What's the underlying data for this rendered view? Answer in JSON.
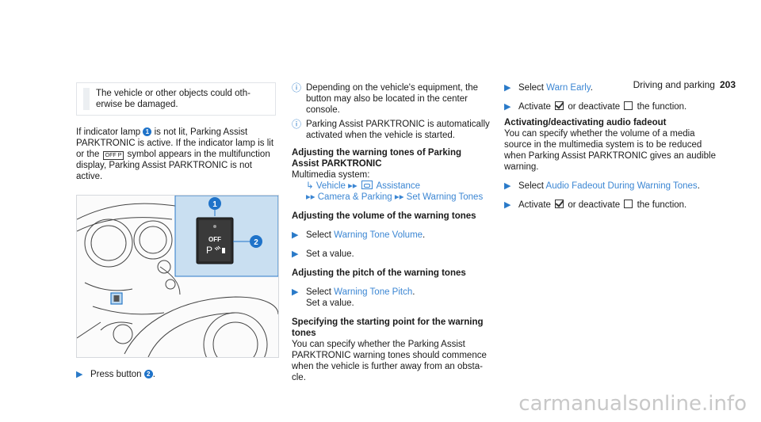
{
  "header": {
    "section": "Driving and parking",
    "page_number": "203"
  },
  "col1": {
    "warning_text": "The vehicle or other objects could oth-erwise be damaged.",
    "indicator_para": {
      "p1": "If indicator lamp",
      "num1": "1",
      "p2": "is not lit, Parking Assist PARKTRONIC is active. If the indicator lamp is lit or the",
      "sym": "OFF P",
      "p3": "symbol appears in the multifunction display, Parking Assist PARKTRONIC is not active."
    },
    "figure": {
      "callout1": "1",
      "callout2": "2",
      "btn_off": "OFF",
      "btn_p": "P"
    },
    "step_press": {
      "text": "Press button",
      "num": "2",
      "end": "."
    }
  },
  "col2": {
    "info1": "Depending on the vehicle's equipment, the button may also be located in the center console.",
    "info2": "Parking Assist PARKTRONIC is automatically activated when the vehicle is started.",
    "h_adjust": "Adjusting the warning tones of Parking Assist PARKTRONIC",
    "multimedia": "Multimedia system:",
    "menu": {
      "vehicle": "Vehicle",
      "assistance": "Assistance",
      "camera": "Camera & Parking",
      "set_warning": "Set Warning Tones"
    },
    "h_volume": "Adjusting the volume of the warning tones",
    "select_label": "Select",
    "warning_volume": "Warning Tone Volume",
    "set_value": "Set a value.",
    "h_pitch": "Adjusting the pitch of the warning tones",
    "warning_pitch": "Warning Tone Pitch",
    "h_start": "Specifying the starting point for the warning tones",
    "start_text": "You can specify whether the Parking Assist PARKTRONIC warning tones should commence when the vehicle is further away from an obsta-cle."
  },
  "col3": {
    "select_label": "Select",
    "warn_early": "Warn Early",
    "activate": "Activate",
    "or_deactivate": "or deactivate",
    "the_function": "the function.",
    "h_fadeout": "Activating/deactivating audio fadeout",
    "fadeout_text": "You can specify whether the volume of a media source in the multimedia system is to be reduced when Parking Assist PARKTRONIC gives an audible warning.",
    "audio_fadeout": "Audio Fadeout During Warning Tones"
  },
  "watermark": "carmanualsonline.info"
}
